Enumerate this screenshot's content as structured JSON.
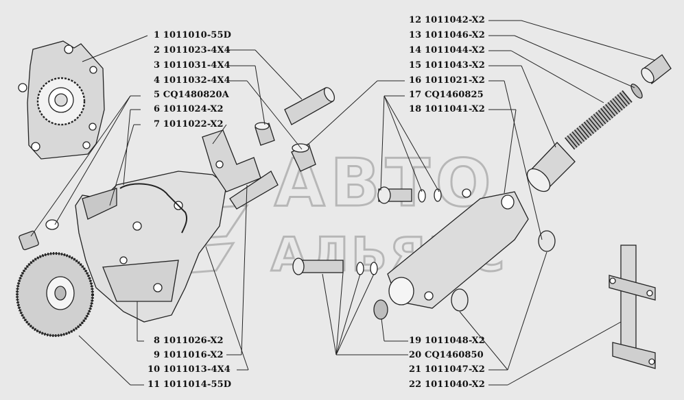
{
  "parts": [
    {
      "num": "1",
      "code": "1011010-55D"
    },
    {
      "num": "2",
      "code": "1011023-4X4"
    },
    {
      "num": "3",
      "code": "1011031-4X4"
    },
    {
      "num": "4",
      "code": "1011032-4X4"
    },
    {
      "num": "5",
      "code": "CQ1480820A"
    },
    {
      "num": "6",
      "code": "1011024-X2"
    },
    {
      "num": "7",
      "code": "1011022-X2"
    },
    {
      "num": "8",
      "code": "1011026-X2"
    },
    {
      "num": "9",
      "code": "1011016-X2"
    },
    {
      "num": "10",
      "code": "1011013-4X4"
    },
    {
      "num": "11",
      "code": "1011014-55D"
    },
    {
      "num": "12",
      "code": "1011042-X2"
    },
    {
      "num": "13",
      "code": "1011046-X2"
    },
    {
      "num": "14",
      "code": "1011044-X2"
    },
    {
      "num": "15",
      "code": "1011043-X2"
    },
    {
      "num": "16",
      "code": "1011021-X2"
    },
    {
      "num": "17",
      "code": "CQ1460825"
    },
    {
      "num": "18",
      "code": "1011041-X2"
    },
    {
      "num": "19",
      "code": "1011048-X2"
    },
    {
      "num": "20",
      "code": "CQ1460850"
    },
    {
      "num": "21",
      "code": "1011047-X2"
    },
    {
      "num": "22",
      "code": "1011040-X2"
    }
  ],
  "watermark": {
    "line1": "ABTO",
    "line2": "АЛЬЯНС"
  }
}
